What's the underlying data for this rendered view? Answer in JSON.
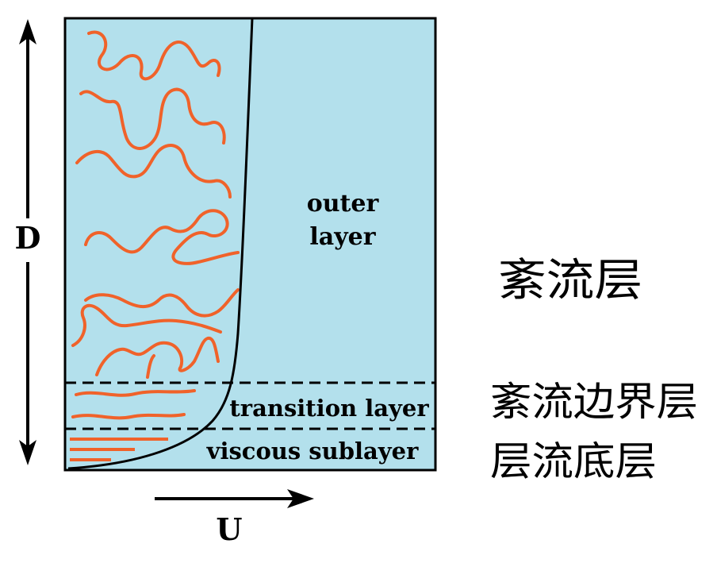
{
  "axes": {
    "depth_label": "D",
    "velocity_label": "U"
  },
  "regions": {
    "outer_line1": "outer",
    "outer_line2": "layer",
    "transition": "transition layer",
    "viscous": "viscous sublayer"
  },
  "annotations": {
    "outer_cn": "紊流层",
    "transition_cn": "紊流边界层",
    "viscous_cn": "层流底层"
  },
  "colors": {
    "fluid_fill": "#b3e0ec",
    "eddy_stroke": "#f0622a",
    "outline": "#000000"
  }
}
